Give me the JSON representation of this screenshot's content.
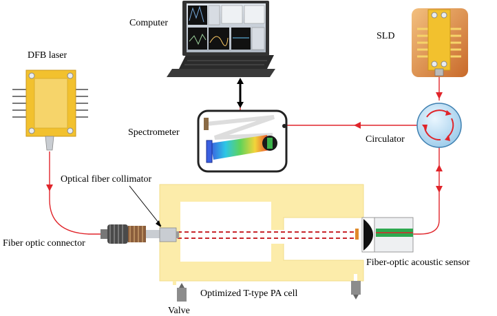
{
  "labels": {
    "computer": "Computer",
    "sld": "SLD",
    "dfb_laser": "DFB laser",
    "spectrometer": "Spectrometer",
    "circulator": "Circulator",
    "collimator": "Optical  fiber collimator",
    "fiber_connector": "Fiber optic connector",
    "acoustic_sensor": "Fiber-optic acoustic sensor",
    "pa_cell": "Optimized T-type PA cell",
    "valve": "Valve"
  },
  "colors": {
    "fiber": "#e0242a",
    "cell": "#fcecaa",
    "chip_gold": "#f2c12e",
    "sld_body": "#d98a3c",
    "circulator": "#b9dcf2"
  }
}
